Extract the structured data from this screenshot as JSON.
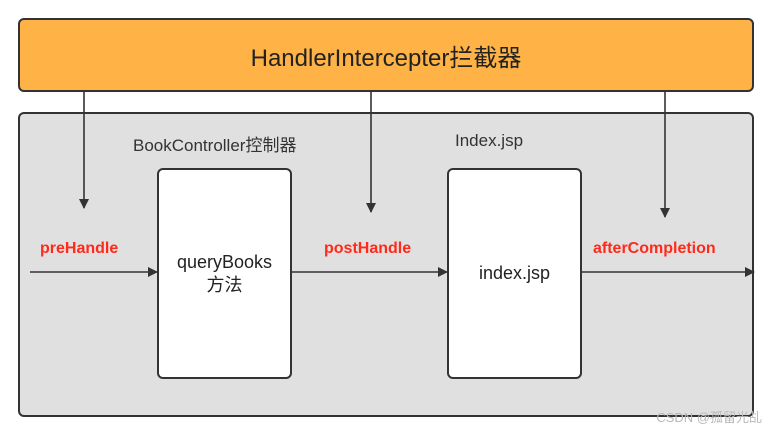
{
  "interceptor": {
    "title": "HandlerIntercepter拦截器"
  },
  "controller": {
    "label": "BookController控制器",
    "method_line1": "queryBooks",
    "method_line2": "方法"
  },
  "view": {
    "label": "Index.jsp",
    "page": "index.jsp"
  },
  "stages": {
    "pre": "preHandle",
    "post": "postHandle",
    "after": "afterCompletion"
  },
  "watermark": "CSDN @孤留光乩",
  "colors": {
    "interceptor_fill": "#ffb347",
    "panel_fill": "#e0e0e0",
    "stage_label": "#ff2a1a",
    "line": "#333333"
  }
}
